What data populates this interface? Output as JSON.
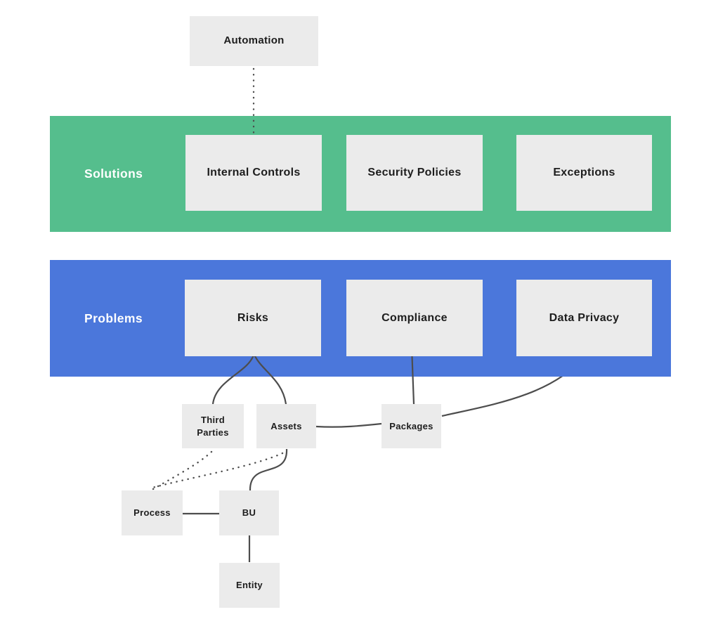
{
  "diagram": {
    "nodes": {
      "automation": "Automation",
      "internal_controls": "Internal Controls",
      "security_policies": "Security Policies",
      "exceptions": "Exceptions",
      "risks": "Risks",
      "compliance": "Compliance",
      "data_privacy": "Data Privacy",
      "third_parties": "Third Parties",
      "assets": "Assets",
      "packages": "Packages",
      "process": "Process",
      "bu": "BU",
      "entity": "Entity"
    },
    "bands": [
      {
        "label": "Solutions",
        "color": "#55be8d"
      },
      {
        "label": "Problems",
        "color": "#4b77db"
      }
    ],
    "edges": [
      {
        "from": "Automation",
        "to": "Internal Controls",
        "style": "dotted"
      },
      {
        "from": "Risks",
        "to": "Third Parties",
        "style": "solid"
      },
      {
        "from": "Risks",
        "to": "Assets",
        "style": "solid"
      },
      {
        "from": "Compliance",
        "to": "Packages",
        "style": "solid"
      },
      {
        "from": "Data Privacy",
        "to": "Packages",
        "style": "solid"
      },
      {
        "from": "Assets",
        "to": "Packages",
        "style": "solid"
      },
      {
        "from": "Assets",
        "to": "BU",
        "style": "solid"
      },
      {
        "from": "Third Parties",
        "to": "Process",
        "style": "dotted"
      },
      {
        "from": "Assets",
        "to": "Process",
        "style": "dotted"
      },
      {
        "from": "Process",
        "to": "BU",
        "style": "solid"
      },
      {
        "from": "BU",
        "to": "Entity",
        "style": "solid"
      }
    ],
    "colors": {
      "background": "#ffffff",
      "node_fill": "#ebebeb",
      "line": "#4d4d4d",
      "text": "#1d1d1d",
      "band_label_text": "#ffffff",
      "solutions_band": "#55be8d",
      "problems_band": "#4b77db"
    }
  }
}
